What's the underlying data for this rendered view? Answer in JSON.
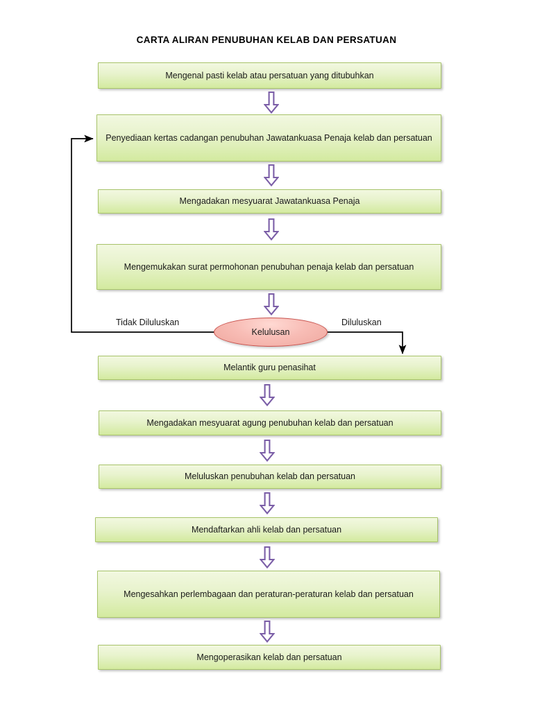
{
  "title": "CARTA ALIRAN PENUBUHAN KELAB DAN PERSATUAN",
  "colors": {
    "node_fill_top": "#f2f8e0",
    "node_fill_bottom": "#d3ea9f",
    "node_border": "#a8c46a",
    "decision_fill": "#f8bdb6",
    "decision_border": "#c9514c",
    "arrow_stroke": "#7b5ea7",
    "arrow_fill": "#ffffff",
    "connector": "#000000",
    "text": "#1a1a1a"
  },
  "nodes": [
    {
      "id": "n1",
      "label": "Mengenal pasti kelab atau persatuan yang ditubuhkan"
    },
    {
      "id": "n2",
      "label": "Penyediaan kertas cadangan penubuhan Jawatankuasa Penaja kelab dan persatuan"
    },
    {
      "id": "n3",
      "label": "Mengadakan mesyuarat Jawatankuasa Penaja"
    },
    {
      "id": "n4",
      "label": "Mengemukakan surat permohonan penubuhan penaja kelab dan persatuan"
    },
    {
      "id": "n5",
      "label": "Melantik guru penasihat"
    },
    {
      "id": "n6",
      "label": "Mengadakan mesyuarat agung penubuhan kelab dan persatuan"
    },
    {
      "id": "n7",
      "label": "Meluluskan penubuhan kelab dan persatuan"
    },
    {
      "id": "n8",
      "label": "Mendaftarkan ahli kelab dan persatuan"
    },
    {
      "id": "n9",
      "label": "Mengesahkan perlembagaan dan peraturan-peraturan kelab dan persatuan"
    },
    {
      "id": "n10",
      "label": "Mengoperasikan kelab dan persatuan"
    }
  ],
  "decision": {
    "label": "Kelulusan",
    "branch_left": "Tidak Diluluskan",
    "branch_right": "Diluluskan"
  },
  "icons": {
    "flow_arrow": "down-block-arrow-icon",
    "loop_arrow": "loop-back-arrow-icon",
    "branch_arrow": "branch-down-arrow-icon"
  }
}
